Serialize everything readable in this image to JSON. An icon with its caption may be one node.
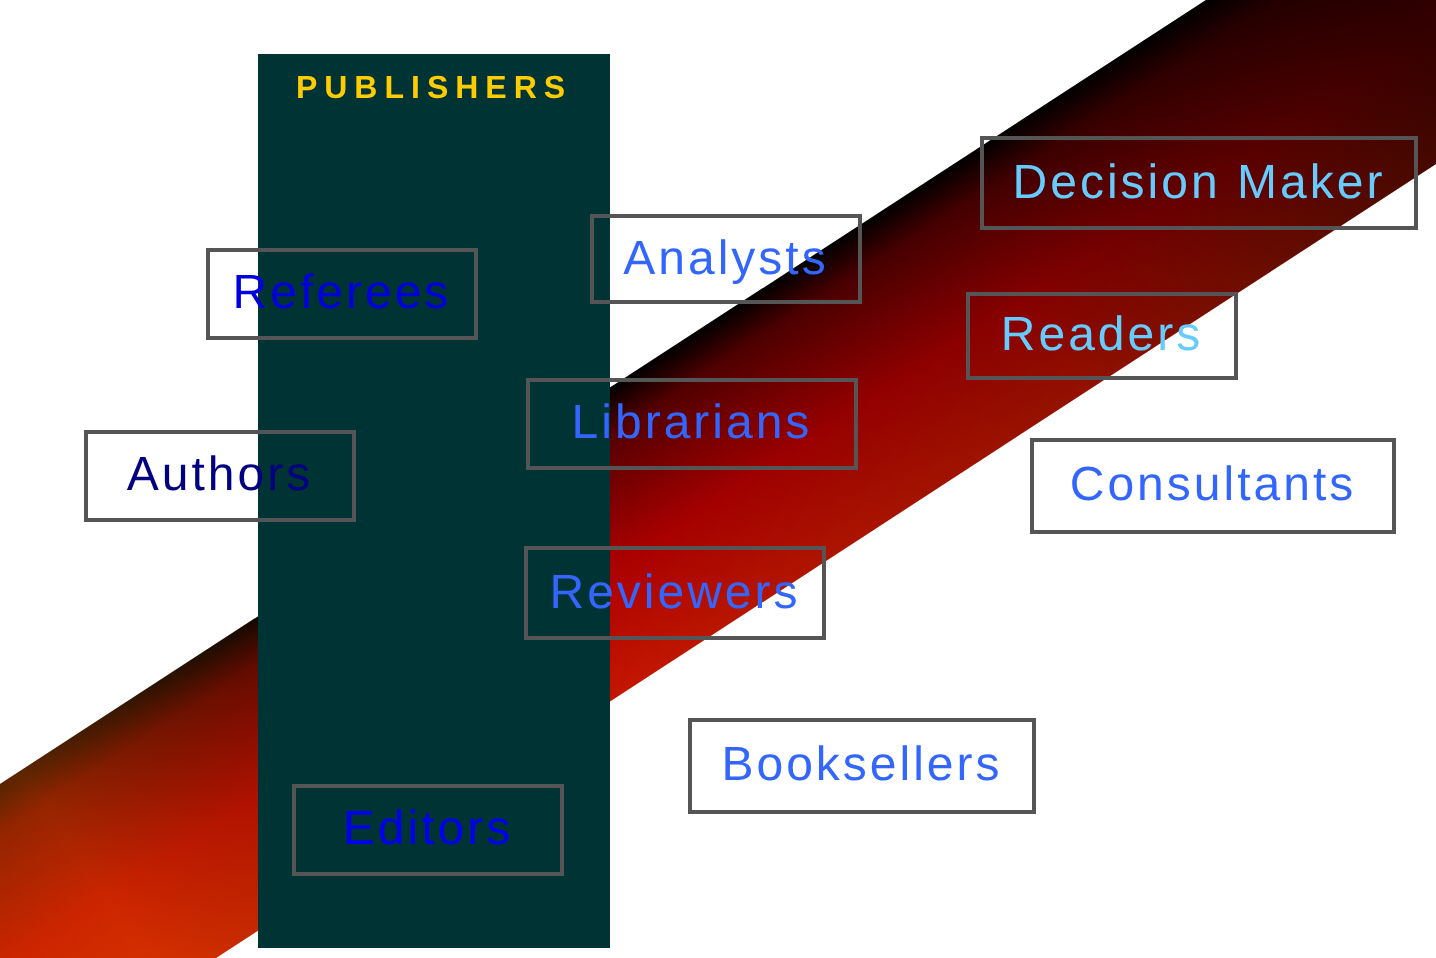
{
  "diagram": {
    "nodes": [
      {
        "text": [
          "PUBLISHERS"
        ]
      },
      {
        "text": [
          "Decision Maker"
        ]
      },
      {
        "text": [
          "Analysts"
        ]
      },
      {
        "text": [
          "Referees"
        ]
      },
      {
        "text": [
          "Readers"
        ]
      },
      {
        "text": [
          "Librarians"
        ]
      },
      {
        "text": [
          "Authors"
        ]
      },
      {
        "text": [
          "Consultants"
        ]
      },
      {
        "text": [
          "Reviewers"
        ]
      },
      {
        "text": [
          "Booksellers"
        ]
      },
      {
        "text": [
          "Editors"
        ],
        "in": 0
      }
    ]
  }
}
